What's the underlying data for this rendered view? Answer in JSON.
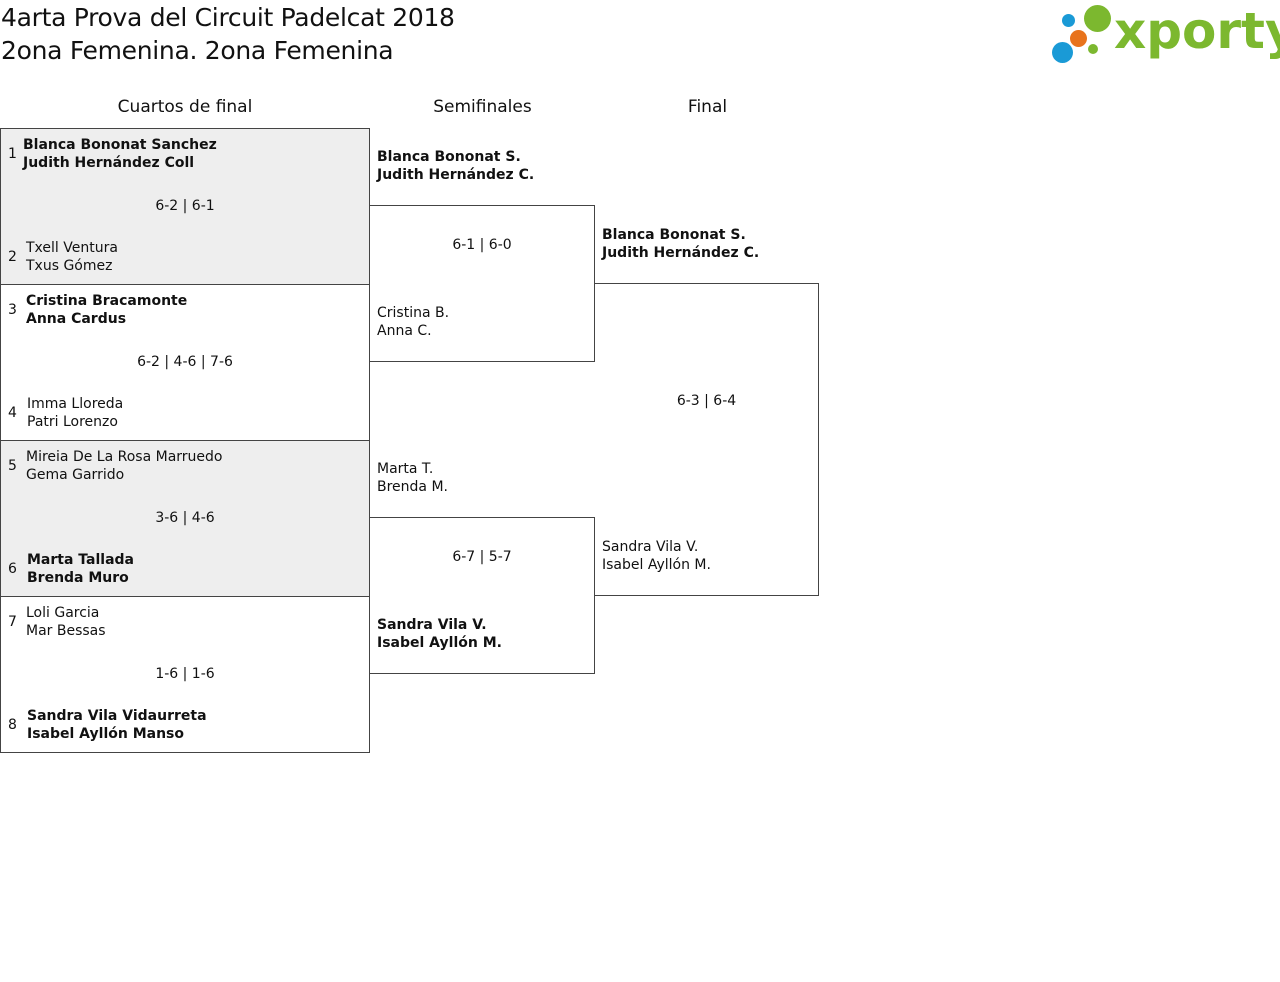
{
  "header": {
    "title_line1": "4arta Prova del Circuit Padelcat 2018",
    "title_line2": "2ona Femenina. 2ona Femenina"
  },
  "logo": {
    "text": "xporty",
    "colors": {
      "green": "#7cb82f",
      "orange": "#e8731c",
      "blue": "#1a9ad6"
    }
  },
  "rounds": [
    "Cuartos de final",
    "Semifinales",
    "Final"
  ],
  "quarterfinals": [
    {
      "score": "6-2 | 6-1",
      "top": {
        "seed": "1",
        "player1": "Blanca Bononat Sanchez",
        "player2": "Judith Hernández Coll",
        "winner": true
      },
      "bottom": {
        "seed": "2",
        "player1": "Txell Ventura",
        "player2": "Txus Gómez",
        "winner": false
      }
    },
    {
      "score": "6-2 | 4-6 | 7-6",
      "top": {
        "seed": "3",
        "player1": "Cristina Bracamonte",
        "player2": "Anna Cardus",
        "winner": true
      },
      "bottom": {
        "seed": "4",
        "player1": "Imma Lloreda",
        "player2": "Patri Lorenzo",
        "winner": false
      }
    },
    {
      "score": "3-6 | 4-6",
      "top": {
        "seed": "5",
        "player1": "Mireia De La Rosa Marruedo",
        "player2": "Gema Garrido",
        "winner": false
      },
      "bottom": {
        "seed": "6",
        "player1": "Marta Tallada",
        "player2": "Brenda Muro",
        "winner": true
      }
    },
    {
      "score": "1-6 | 1-6",
      "top": {
        "seed": "7",
        "player1": "Loli Garcia",
        "player2": "Mar Bessas",
        "winner": false
      },
      "bottom": {
        "seed": "8",
        "player1": "Sandra Vila Vidaurreta",
        "player2": "Isabel Ayllón Manso",
        "winner": true
      }
    }
  ],
  "semifinals": [
    {
      "score": "6-1 | 6-0",
      "top": {
        "player1": "Blanca Bononat S.",
        "player2": "Judith Hernández C.",
        "winner": true
      },
      "bottom": {
        "player1": "Cristina B.",
        "player2": "Anna C.",
        "winner": false
      }
    },
    {
      "score": "6-7 | 5-7",
      "top": {
        "player1": "Marta T.",
        "player2": "Brenda M.",
        "winner": false
      },
      "bottom": {
        "player1": "Sandra Vila V.",
        "player2": "Isabel Ayllón M.",
        "winner": true
      }
    }
  ],
  "final": {
    "score": "6-3 | 6-4",
    "top": {
      "player1": "Blanca Bononat S.",
      "player2": "Judith Hernández C.",
      "winner": true
    },
    "bottom": {
      "player1": "Sandra Vila V.",
      "player2": "Isabel Ayllón M.",
      "winner": false
    }
  }
}
